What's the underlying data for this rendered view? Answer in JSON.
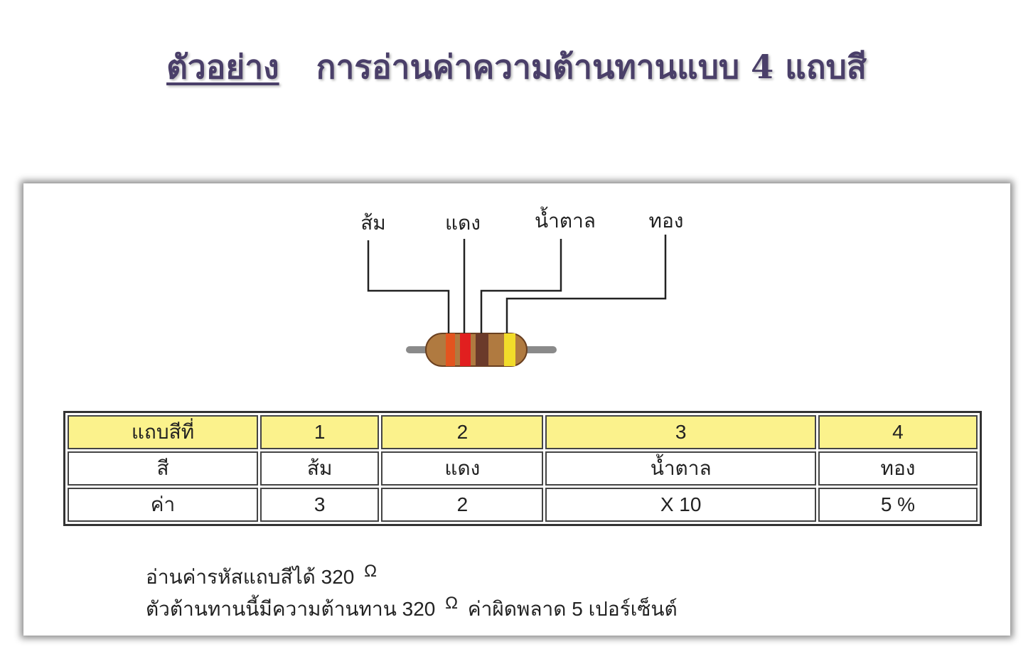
{
  "title": {
    "keyword": "ตัวอย่าง",
    "text": "การอ่านค่าความต้านทานแบบ 4 แถบสี"
  },
  "diagram": {
    "labels": [
      "ส้ม",
      "แดง",
      "น้ำตาล",
      "ทอง"
    ],
    "band_colors": [
      "#e3541f",
      "#e11f1f",
      "#6b3a2a",
      "#f2dc2a"
    ],
    "body_color": "#b07a40"
  },
  "table": {
    "header": [
      "แถบสีที่",
      "1",
      "2",
      "3",
      "4"
    ],
    "rows": [
      [
        "สี",
        "ส้ม",
        "แดง",
        "น้ำตาล",
        "ทอง"
      ],
      [
        "ค่า",
        "3",
        "2",
        "X 10",
        "5 %"
      ]
    ],
    "colors": {
      "header_bg": "#fbf28c"
    }
  },
  "notes": {
    "line1_text": "อ่านค่ารหัสแถบสีได้ 320",
    "line2_text": "ตัวต้านทานนี้มีความต้านทาน 320",
    "line2_suffix": "ค่าผิดพลาด 5 เปอร์เซ็นต์",
    "ohm_symbol": "Ω"
  }
}
